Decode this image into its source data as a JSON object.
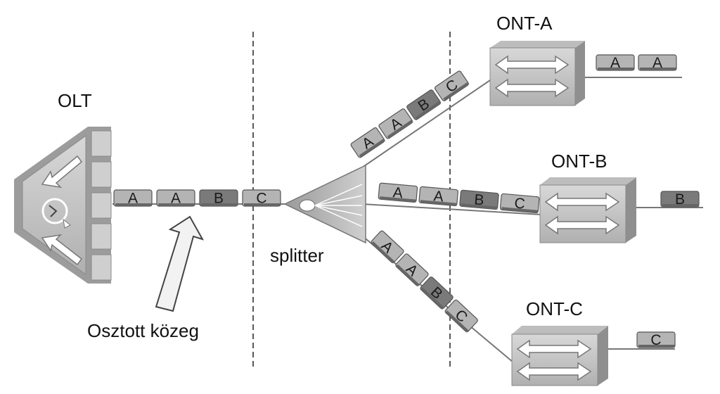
{
  "labels": {
    "olt": "OLT",
    "splitter": "splitter",
    "shared_medium": "Osztott közeg",
    "ont_a": "ONT-A",
    "ont_b": "ONT-B",
    "ont_c": "ONT-C"
  },
  "packets": {
    "trunk": [
      "A",
      "A",
      "B",
      "C"
    ],
    "branch_a": [
      "A",
      "A",
      "B",
      "C"
    ],
    "branch_b": [
      "A",
      "A",
      "B",
      "C"
    ],
    "branch_c": [
      "A",
      "A",
      "B",
      "C"
    ],
    "out_a": [
      "A",
      "A"
    ],
    "out_b": [
      "B"
    ],
    "out_c": [
      "C"
    ]
  },
  "colors": {
    "packet_a": "#b4b4b4",
    "packet_b": "#7a7a7a",
    "packet_c": "#b4b4b4",
    "device_face": "#c8c8c8",
    "device_side": "#9a9a9a",
    "line": "#777777"
  }
}
